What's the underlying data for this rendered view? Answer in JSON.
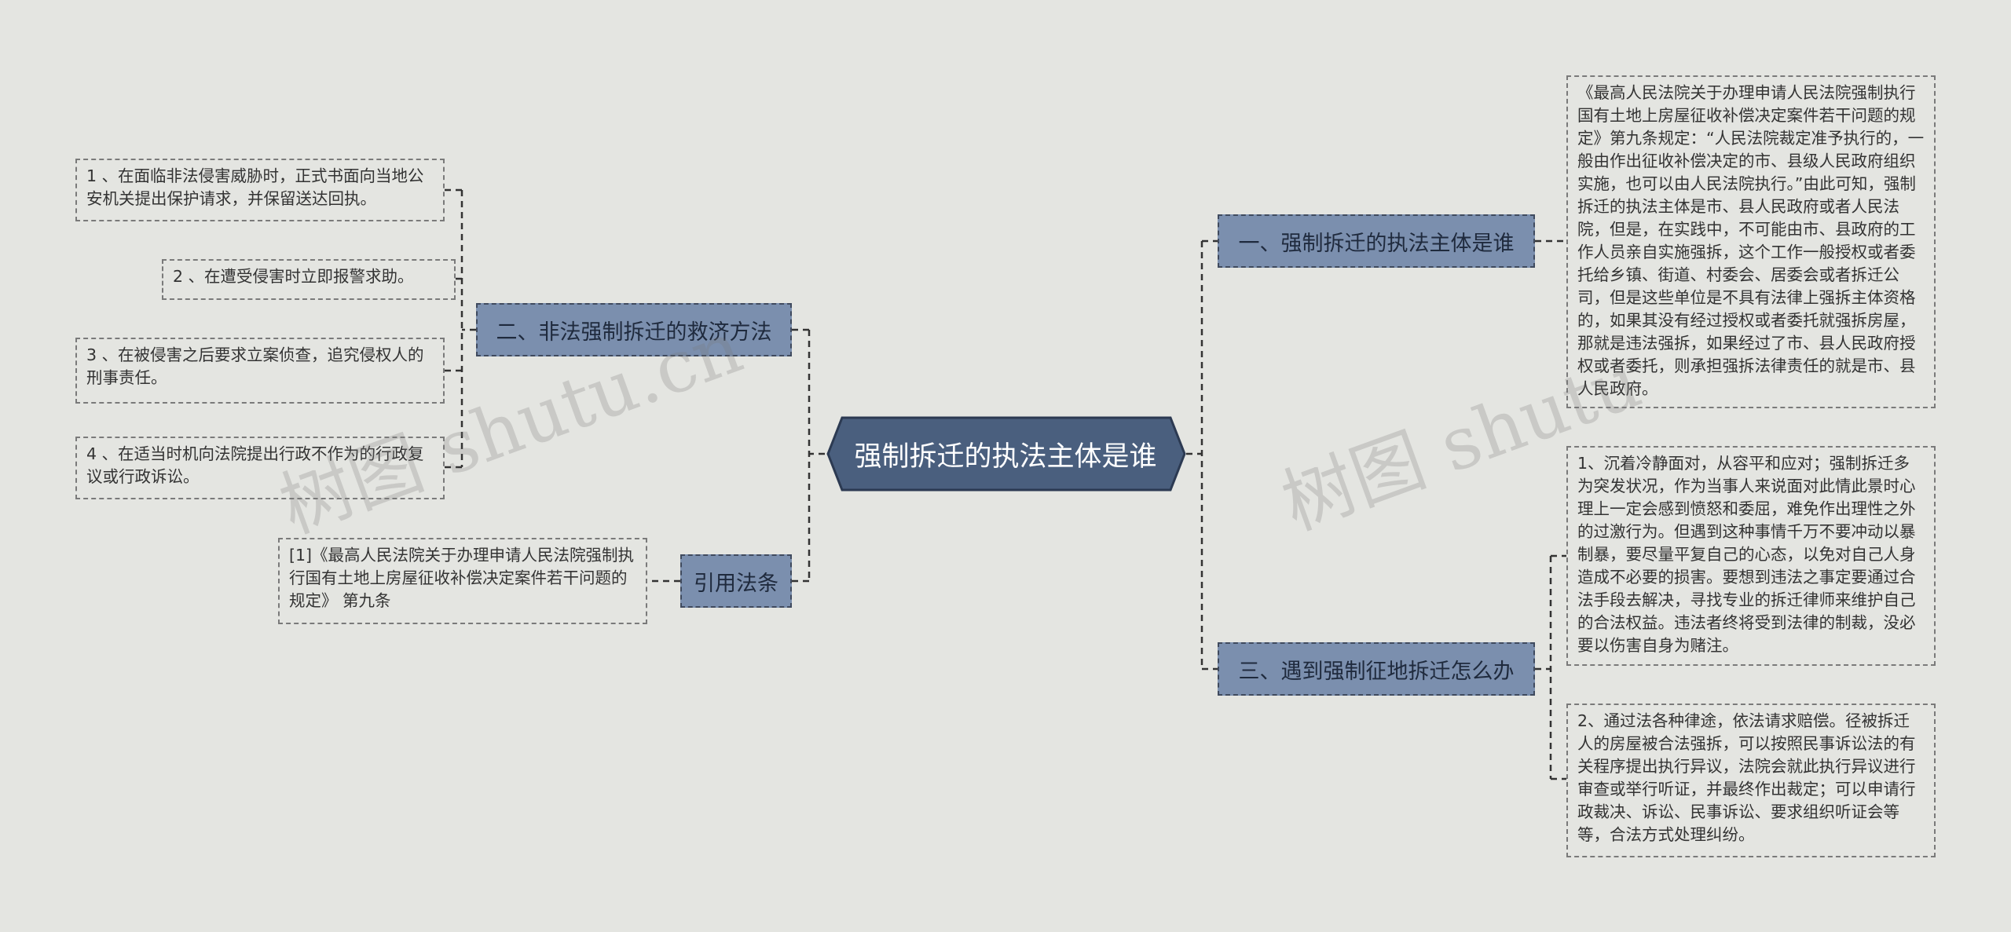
{
  "root": {
    "title": "强制拆迁的执法主体是谁"
  },
  "left": {
    "remedies": {
      "label": "二、非法强制拆迁的救济方法",
      "items": [
        "1 、在面临非法侵害威胁时，正式书面向当地公安机关提出保护请求，并保留送达回执。",
        "2 、在遭受侵害时立即报警求助。",
        "3 、在被侵害之后要求立案侦查，追究侵权人的刑事责任。",
        "4 、在适当时机向法院提出行政不作为的行政复议或行政诉讼。"
      ]
    },
    "citation": {
      "label": "引用法条",
      "item": "[1]《最高人民法院关于办理申请人民法院强制执行国有土地上房屋征收补偿决定案件若干问题的规定》 第九条"
    }
  },
  "right": {
    "subject": {
      "label": "一、强制拆迁的执法主体是谁",
      "text": "《最高人民法院关于办理申请人民法院强制执行国有土地上房屋征收补偿决定案件若干问题的规定》第九条规定：“人民法院裁定准予执行的，一般由作出征收补偿决定的市、县级人民政府组织实施，也可以由人民法院执行。”由此可知，强制拆迁的执法主体是市、县人民政府或者人民法院，但是，在实践中，不可能由市、县政府的工作人员亲自实施强拆，这个工作一般授权或者委托给乡镇、街道、村委会、居委会或者拆迁公司，但是这些单位是不具有法律上强拆主体资格的，如果其没有经过授权或者委托就强拆房屋，那就是违法强拆，如果经过了市、县人民政府授权或者委托，则承担强拆法律责任的就是市、县人民政府。"
    },
    "response": {
      "label": "三、遇到强制征地拆迁怎么办",
      "items": [
        "1、沉着冷静面对，从容平和应对；强制拆迁多为突发状况，作为当事人来说面对此情此景时心理上一定会感到愤怒和委屈，难免作出理性之外的过激行为。但遇到这种事情千万不要冲动以暴制暴，要尽量平复自己的心态，以免对自己人身造成不必要的损害。要想到违法之事定要通过合法手段去解决，寻找专业的拆迁律师来维护自己的合法权益。违法者终将受到法律的制裁，没必要以伤害自身为赌注。",
        "2、通过法各种律途，依法请求赔偿。径被拆迁人的房屋被合法强拆，可以按照民事诉讼法的有关程序提出执行异议，法院会就此执行异议进行审查或举行听证，并最终作出裁定；可以申请行政裁决、诉讼、民事诉讼、要求组织听证会等等，合法方式处理纠纷。"
      ]
    }
  },
  "watermarks": [
    "树图 shutu.cn",
    "树图 shutu"
  ],
  "colors": {
    "background": "#e4e5e1",
    "root_fill": "#4a5f7e",
    "branch_fill": "#7b8fae",
    "connector": "#333333"
  }
}
